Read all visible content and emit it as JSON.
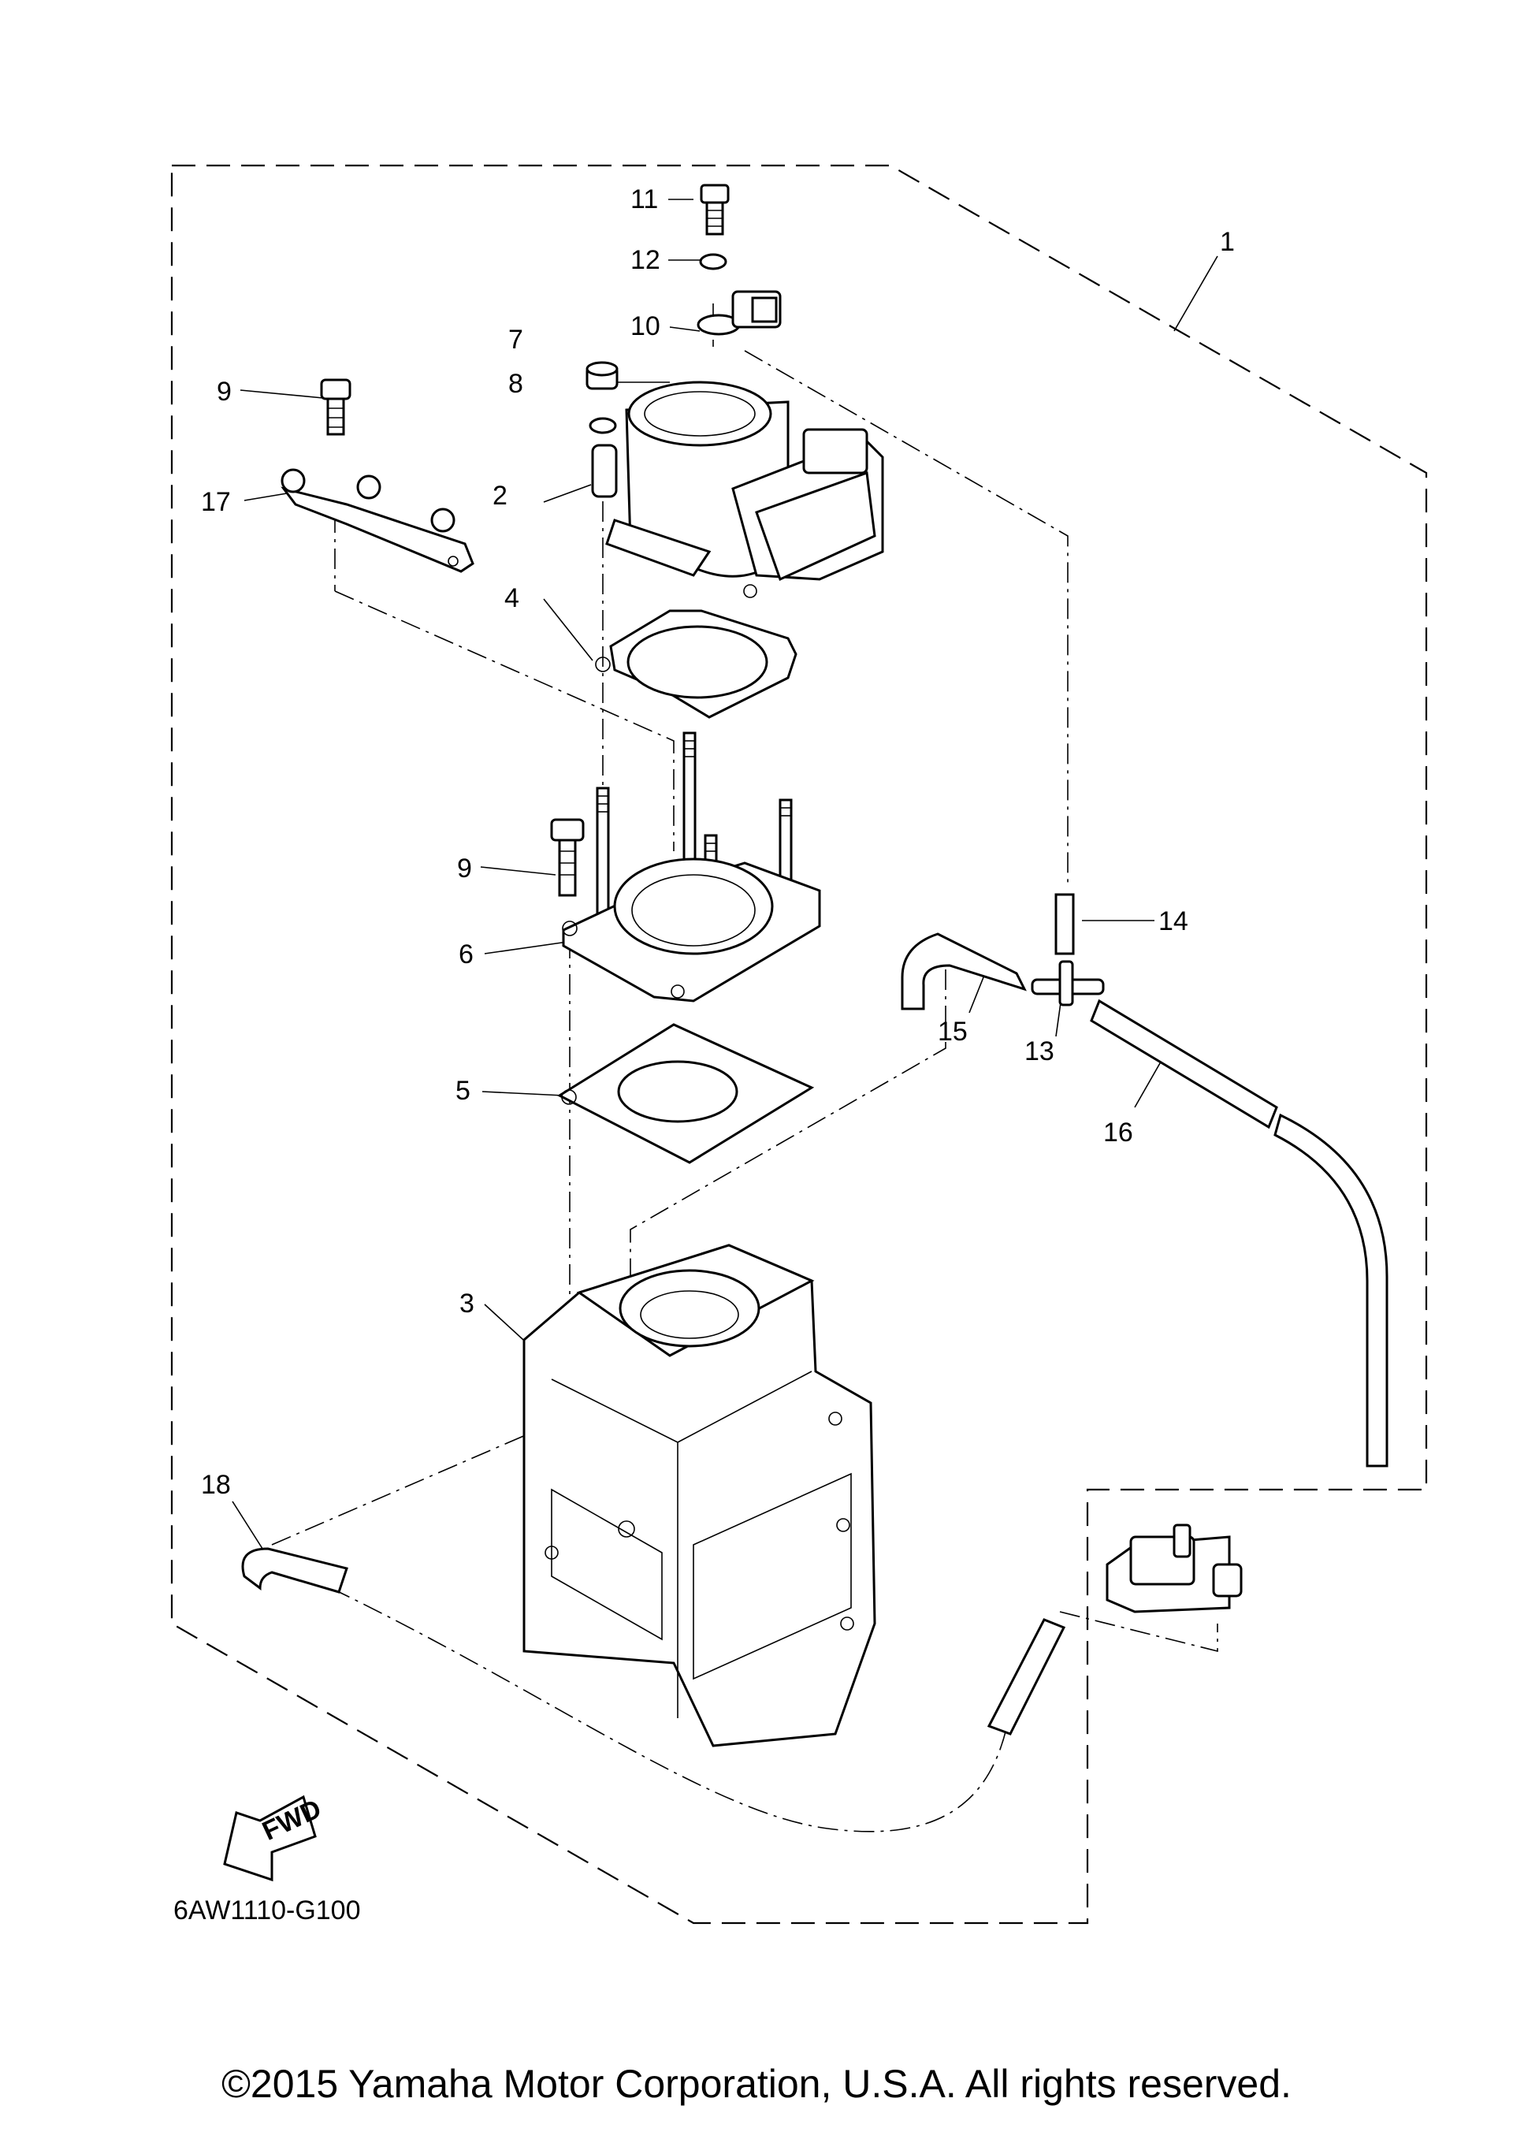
{
  "callouts": [
    "1",
    "2",
    "3",
    "4",
    "5",
    "6",
    "7",
    "8",
    "9",
    "9",
    "10",
    "11",
    "12",
    "13",
    "14",
    "15",
    "16",
    "17",
    "18"
  ],
  "fwd_label": "FWD",
  "diagram_code": "6AW1110-G100",
  "copyright": "©2015 Yamaha Motor Corporation, U.S.A. All rights reserved."
}
